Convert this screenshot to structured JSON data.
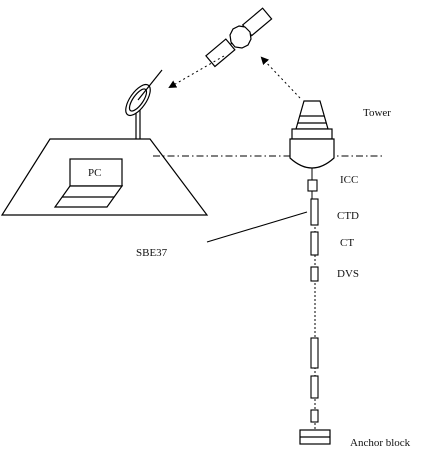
{
  "labels": {
    "tower": "Tower",
    "icc": "ICC",
    "ctd": "CTD",
    "ct": "CT",
    "dvs": "DVS",
    "sbe37": "SBE37",
    "pc": "PC",
    "anchor": "Anchor block"
  },
  "icons": [
    "satellite-icon",
    "dish-antenna-icon",
    "laptop-icon",
    "buoy-icon",
    "anchor-block-icon"
  ],
  "colors": {
    "stroke": "#000000",
    "text": "#111111"
  }
}
